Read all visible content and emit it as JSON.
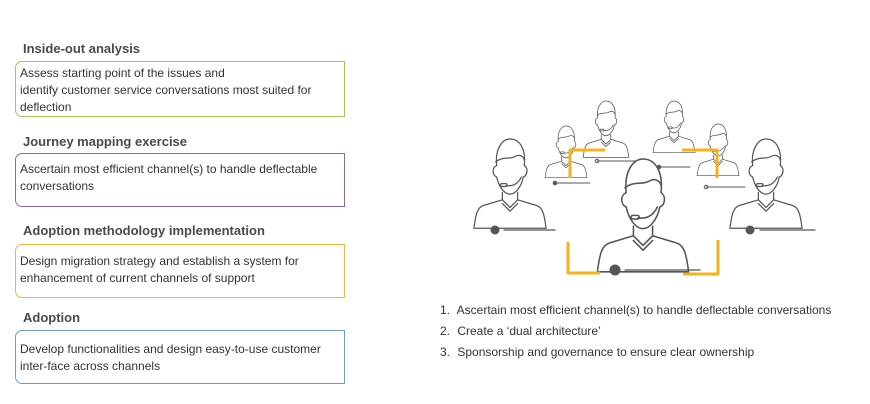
{
  "steps": [
    {
      "title": "Inside-out analysis",
      "lines": [
        "Assess starting point of the issues and",
        "identify customer service conversations most suited for",
        "deflection"
      ],
      "color": "#a5c45a"
    },
    {
      "title": "Journey mapping exercise",
      "lines": [
        "Ascertain most efficient channel(s) to handle deflectable",
        "conversations"
      ],
      "color": "#8b6aa3"
    },
    {
      "title": "Adoption methodology implementation",
      "lines": [
        "Design migration strategy and establish a system for",
        "enhancement of current channels of support"
      ],
      "color": "#f0b63c"
    },
    {
      "title": "Adoption",
      "lines": [
        "Develop functionalities and design easy-to-use customer",
        "inter-face across channels"
      ],
      "color": "#6b9bd1"
    }
  ],
  "illustration": {
    "icon": "call-center-agents-icon",
    "accent": "#f5b21b",
    "stroke": "#555555"
  },
  "list": [
    {
      "num": "1.",
      "text": "Ascertain most efficient channel(s) to handle deflectable conversations"
    },
    {
      "num": "2.",
      "text": "Create a ‘dual architecture’"
    },
    {
      "num": "3.",
      "text": "Sponsorship and governance to ensure clear ownership"
    }
  ]
}
